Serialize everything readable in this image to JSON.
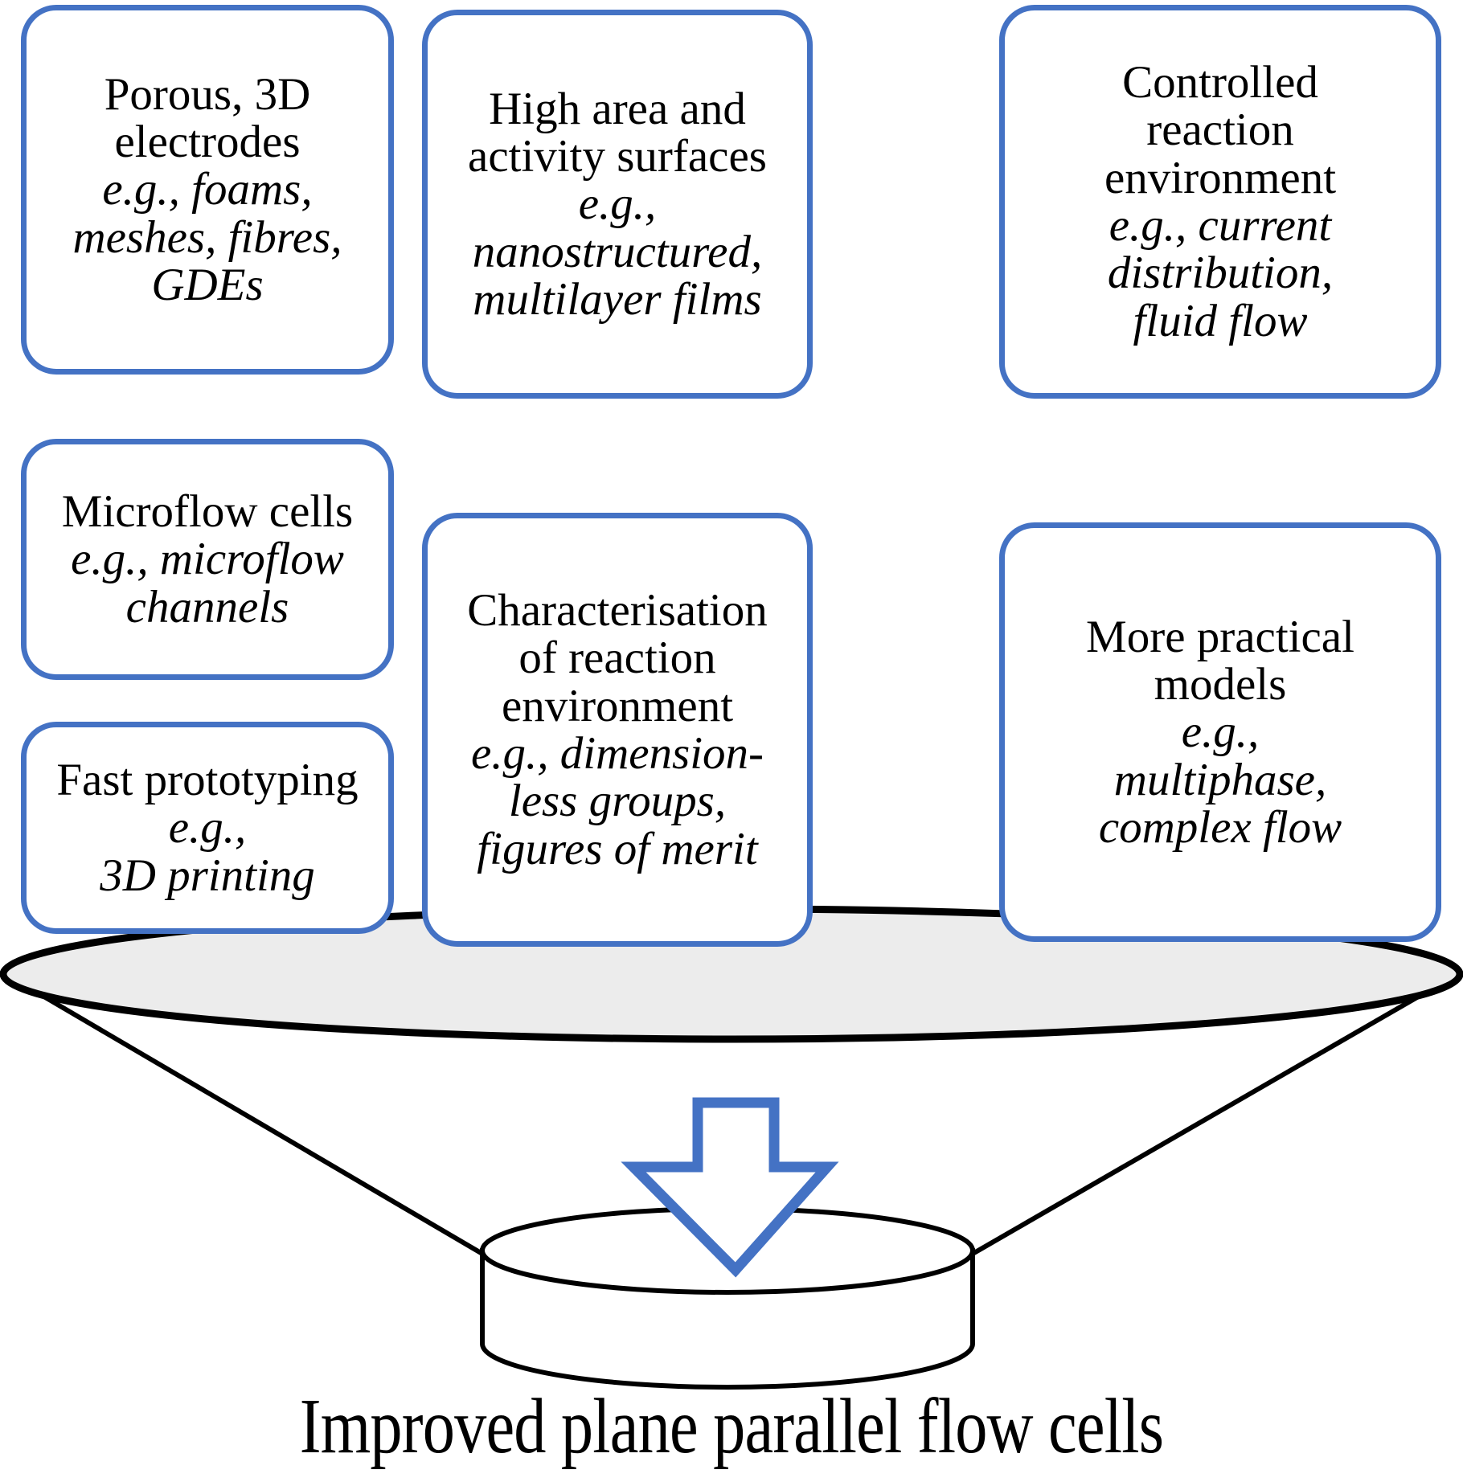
{
  "diagram": {
    "title": "Improved plane parallel flow cells",
    "colors": {
      "box_border": "#4472C4",
      "arrow_stroke": "#4472C4",
      "funnel_outline": "#000000",
      "funnel_top_fill": "#ECECEC",
      "background": "#FFFFFF",
      "text": "#000000"
    },
    "boxes": [
      {
        "id": "porous-3d-electrodes",
        "heading": "Porous, 3D\nelectrodes",
        "example": "e.g., foams,\nmeshes, fibres,\nGDEs"
      },
      {
        "id": "high-area-activity-surfaces",
        "heading": "High area and\nactivity surfaces",
        "example": "e.g.,\nnanostructured,\nmultilayer films"
      },
      {
        "id": "controlled-reaction-environment",
        "heading": "Controlled\nreaction\nenvironment",
        "example": "e.g., current\ndistribution,\nfluid flow"
      },
      {
        "id": "microflow-cells",
        "heading": "Microflow cells",
        "example": "e.g., microflow\nchannels"
      },
      {
        "id": "fast-prototyping",
        "heading": "Fast prototyping",
        "example": "e.g.,\n3D printing"
      },
      {
        "id": "characterisation-of-reaction-environment",
        "heading": "Characterisation\nof reaction\nenvironment",
        "example": "e.g., dimension-\nless groups,\nfigures of merit"
      },
      {
        "id": "more-practical-models",
        "heading": "More practical\nmodels",
        "example": "e.g.,\nmultiphase,\ncomplex flow"
      }
    ],
    "funnel": {
      "label": "funnel",
      "arrow_direction": "down"
    }
  }
}
